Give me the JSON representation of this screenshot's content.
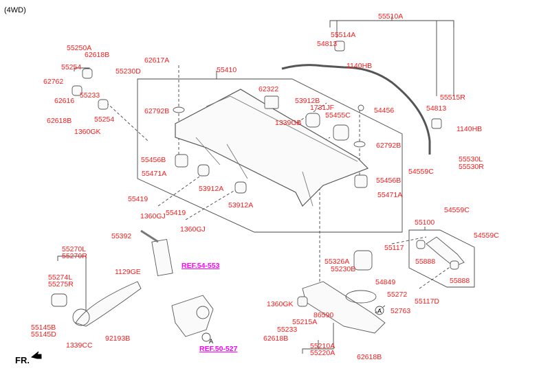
{
  "title": "(4WD)",
  "orientation_label": "FR.",
  "colors": {
    "part_label": "#ff1a1a",
    "reference_label": "#ff00ff",
    "linework": "#444444"
  },
  "labels": {
    "p55250A": "55250A",
    "p62618B_1": "62618B",
    "p55254_1": "55254",
    "p55230D": "55230D",
    "p62762": "62762",
    "p62616": "62616",
    "p55233_1": "55233",
    "p62618B_2": "62618B",
    "p55254_2": "55254",
    "p1360GK_1": "1360GK",
    "p62617A": "62617A",
    "p55410": "55410",
    "p62792B_1": "62792B",
    "p62322": "62322",
    "p1339GB": "1339GB",
    "p53912B": "53912B",
    "p1731JF": "1731JF",
    "p55455C": "55455C",
    "p54456": "54456",
    "p62792B_2": "62792B",
    "p55456B_1": "55456B",
    "p55471A_1": "55471A",
    "p53912A_1": "53912A",
    "p53912A_2": "53912A",
    "p55456B_2": "55456B",
    "p55471A_2": "55471A",
    "p55419_1": "55419",
    "p1360GJ_1": "1360GJ",
    "p55419_2": "55419",
    "p1360GJ_2": "1360GJ",
    "p55510A": "55510A",
    "p55514A": "55514A",
    "p54813_1": "54813",
    "p1140HB_1": "1140HB",
    "p55515R": "55515R",
    "p54813_2": "54813",
    "p1140HB_2": "1140HB",
    "p54559C_1": "54559C",
    "p55530L": "55530L",
    "p55530R": "55530R",
    "p54559C_2": "54559C",
    "p55100": "55100",
    "p54559C_3": "54559C",
    "p55117": "55117",
    "p55888_1": "55888",
    "p55888_2": "55888",
    "p55117D": "55117D",
    "p55392": "55392",
    "p55270L": "55270L",
    "p55270R": "55270R",
    "p1129GE": "1129GE",
    "p55274L": "55274L",
    "p55275R": "55275R",
    "p55145B": "55145B",
    "p55145D": "55145D",
    "p1339CC": "1339CC",
    "p92193B": "92193B",
    "p55326A": "55326A",
    "p55230B": "55230B",
    "p54849": "54849",
    "p55272": "55272",
    "p1360GK_2": "1360GK",
    "p86590": "86590",
    "p52763": "52763",
    "p55215A": "55215A",
    "p55233_2": "55233",
    "p62618B_3": "62618B",
    "p55210A": "55210A",
    "p55220A": "55220A",
    "p62618B_4": "62618B"
  },
  "references": {
    "ref1": "REF.54-553",
    "ref2": "REF.50-527"
  },
  "markers": {
    "a1": "A",
    "a2": "A"
  }
}
